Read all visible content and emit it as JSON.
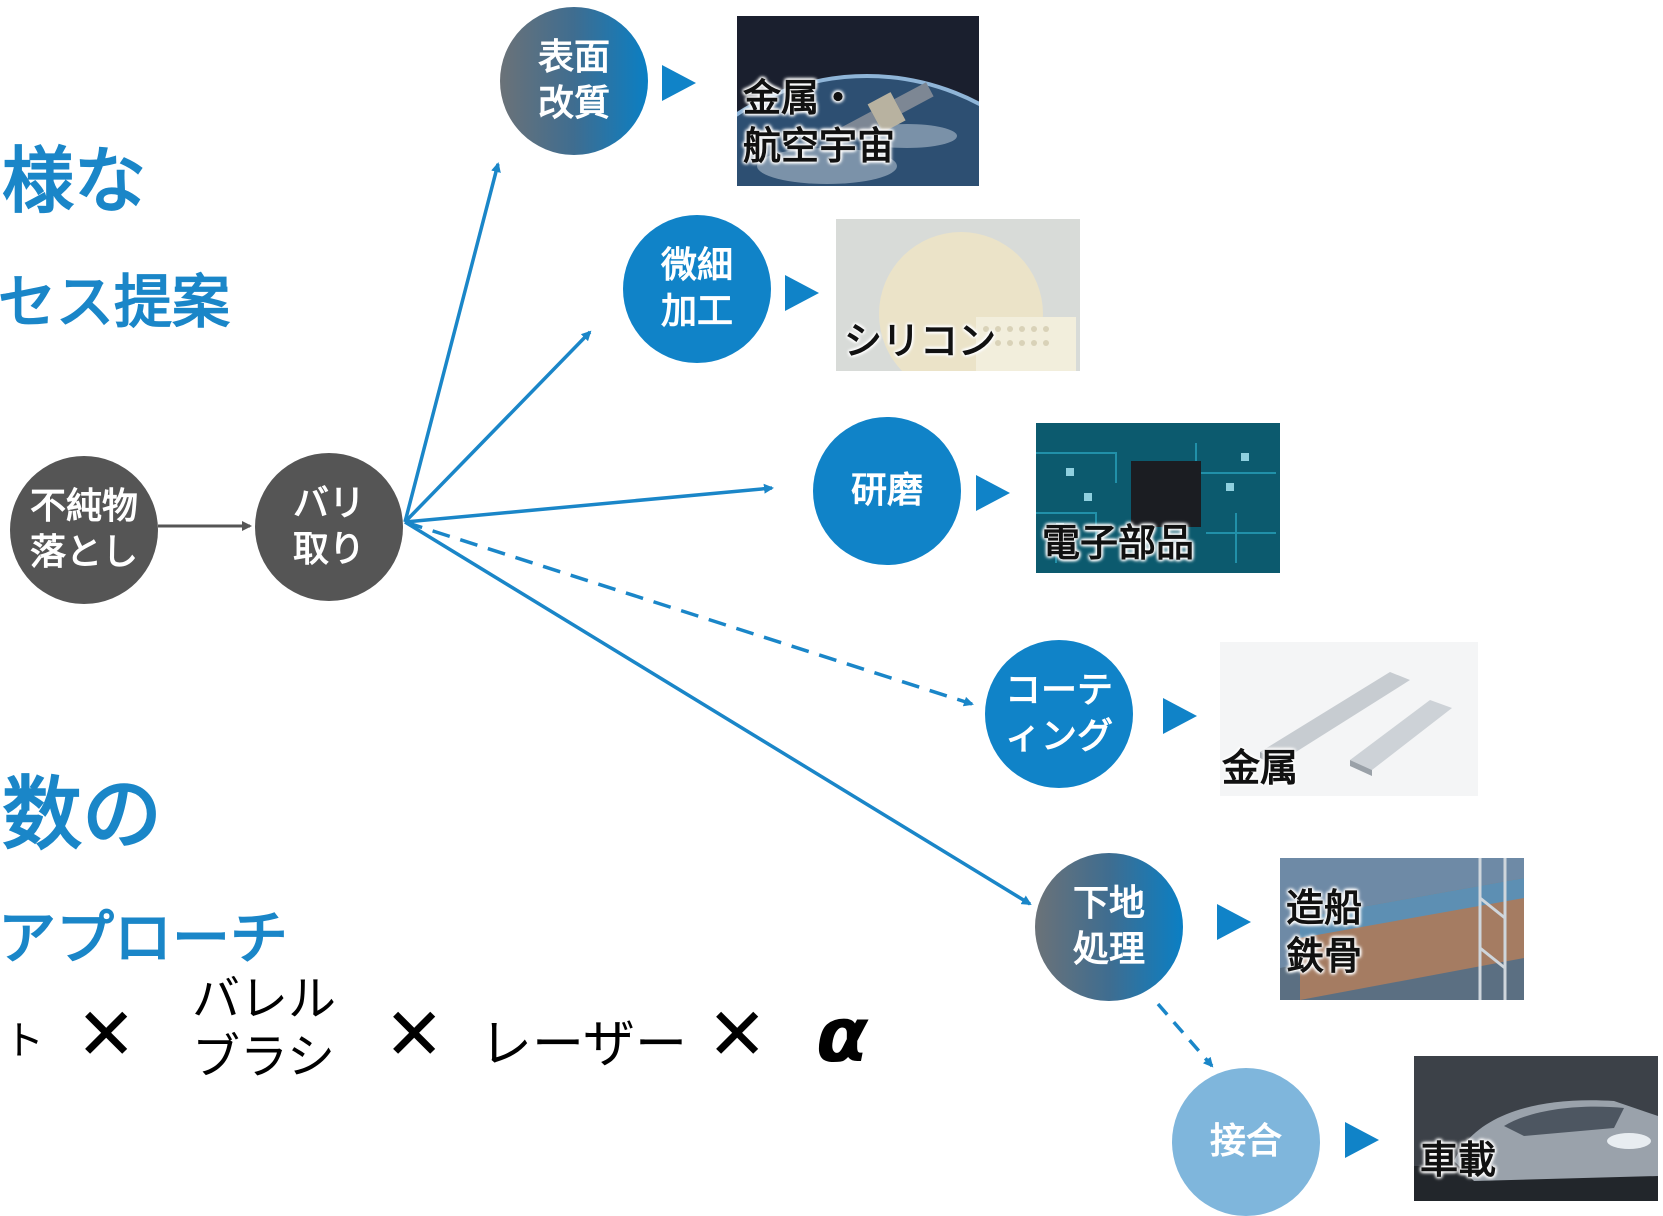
{
  "left_text": {
    "frag1": "様な",
    "frag2": "セス提案",
    "frag3": "数の",
    "frag4": "アプローチ"
  },
  "approach": {
    "item1": "ト",
    "item2": "バレル\nブラシ",
    "item3": "レーザー",
    "item4": "α",
    "cross": "✕"
  },
  "nodes": {
    "impurity": "不純物\n落とし",
    "deburr": "バリ\n取り",
    "surface": "表面\n改質",
    "micro": "微細\n加工",
    "polish": "研磨",
    "coating": "コーテ\nィング",
    "base": "下地\n処理",
    "joining": "接合"
  },
  "images": {
    "aerospace": "金属・\n航空宇宙",
    "silicon": "シリコン",
    "electronics": "電子部品",
    "metal": "金属",
    "shipbuilding": "造船\n鉄骨",
    "automotive": "車載"
  },
  "colors": {
    "accent_blue": "#1083c8",
    "node_gray": "#555555",
    "light_blue": "#7fb6dc",
    "arrow_blue": "#1a86c8"
  }
}
